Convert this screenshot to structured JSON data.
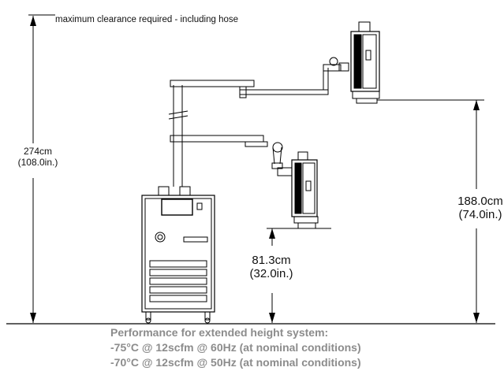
{
  "clearance_note": "maximum clearance required - including hose",
  "dimensions": {
    "total_height": {
      "metric": "274cm",
      "imperial": "(108.0in.)"
    },
    "raised_height": {
      "metric": "188.0cm",
      "imperial": "(74.0in.)"
    },
    "lowered_height": {
      "metric": "81.3cm",
      "imperial": "(32.0in.)"
    }
  },
  "performance": {
    "heading": "Performance for extended height system:",
    "lines": [
      "-75°C @ 12scfm @ 60Hz (at nominal conditions)",
      "-70°C @ 12scfm @ 50Hz (at nominal conditions)"
    ]
  }
}
